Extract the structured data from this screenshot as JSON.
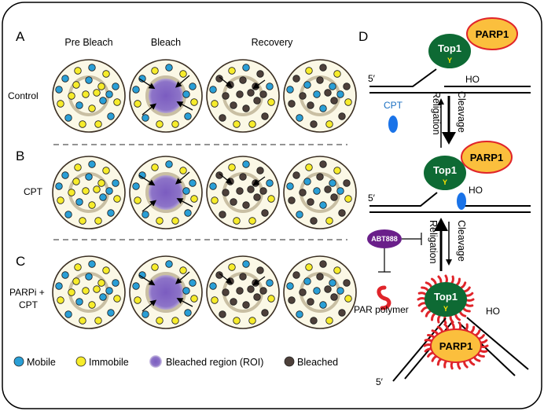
{
  "panels": {
    "a": "A",
    "b": "B",
    "c": "C",
    "d": "D"
  },
  "headers": {
    "pre_bleach": "Pre Bleach",
    "bleach": "Bleach",
    "recovery": "Recovery"
  },
  "rows": {
    "control": "Control",
    "cpt": "CPT",
    "parpi_line1": "PARPi +",
    "parpi_line2": "CPT"
  },
  "legend": {
    "mobile": "Mobile",
    "immobile": "Immobile",
    "bleached_region": "Bleached region (ROI)",
    "bleached": "Bleached"
  },
  "diagram": {
    "top1": "Top1",
    "parp1": "PARP1",
    "tyrosine": "Y",
    "five_prime": "5′",
    "ho": "HO",
    "cpt": "CPT",
    "religation": "Religation",
    "cleavage": "Cleavage",
    "abt888": "ABT888",
    "par_polymer": "PAR polymer"
  },
  "colors": {
    "mobile": "#2a9fd6",
    "immobile": "#f7ec2b",
    "bleached": "#4d403a",
    "roi": "#8a6fc4",
    "cell_fill": "#fbf8e6",
    "nucleus_ring": "#c9bfa3",
    "top1": "#0e6a34",
    "parp1": "#fbbf3d",
    "parp1_outline": "#e0242a",
    "par": "#e0242a",
    "abt888": "#6a1f8a",
    "cpt": "#1a73e8"
  }
}
